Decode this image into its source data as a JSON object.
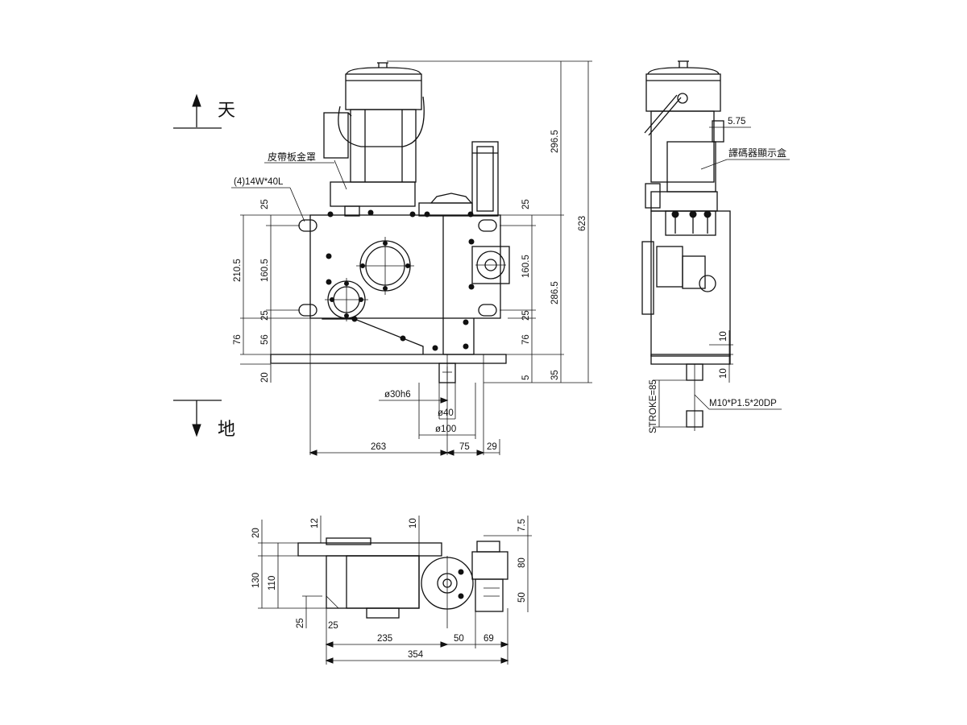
{
  "orientation": {
    "up_label": "天",
    "down_label": "地"
  },
  "labels": {
    "belt_cover": "皮帶板金罩",
    "slot": "(4)14W*40L",
    "encoder_box": "譯碼器顯示盒",
    "thread": "M10*P1.5*20DP",
    "stroke": "STROKE=85"
  },
  "dims": {
    "front": {
      "total_height": "623",
      "motor_height": "296.5",
      "lower_height": "286.5",
      "left_210": "210.5",
      "left_160": "160.5",
      "right_160": "160.5",
      "left_25_top": "25",
      "left_25_bot": "25",
      "left_76": "76",
      "left_56": "56",
      "left_20": "20",
      "right_25_top": "25",
      "right_25_bot": "25",
      "right_76": "76",
      "right_5": "5",
      "right_35": "35",
      "shaft": "ø30h6",
      "d40": "ø40",
      "d100": "ø100",
      "w263": "263",
      "w75": "75",
      "w29": "29"
    },
    "side": {
      "d575": "5.75",
      "d10a": "10",
      "d10b": "10"
    },
    "bottom": {
      "h20": "20",
      "h12": "12",
      "h10": "10",
      "h75": "7.5",
      "h130": "130",
      "h110": "110",
      "h80": "80",
      "h50": "50",
      "h25a": "25",
      "h25b": "25",
      "w235": "235",
      "w50": "50",
      "w69": "69",
      "w354": "354"
    }
  }
}
